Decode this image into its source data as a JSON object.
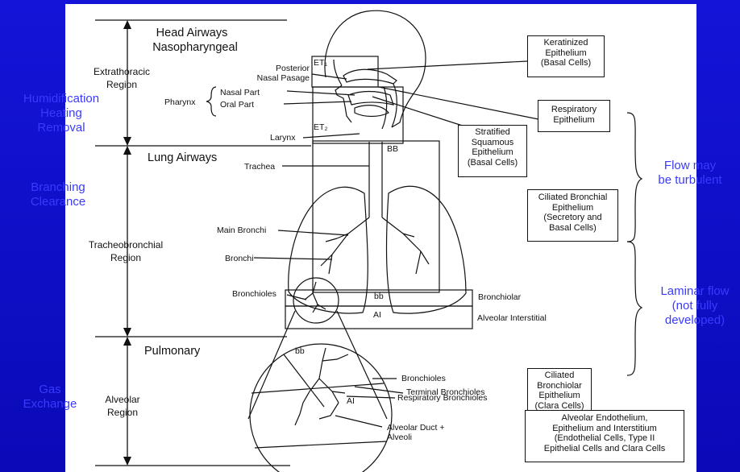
{
  "labels": {
    "head_airways": "Head Airways",
    "nasopharyngeal": "Nasopharyngeal",
    "extrathoracic_region": "Extrathoracic\nRegion",
    "posterior_nasal": "Posterior\nNasal Pasage",
    "pharynx": "Pharynx",
    "nasal_part": "Nasal Part",
    "oral_part": "Oral Part",
    "larynx": "Larynx",
    "et1": "ET₁",
    "et2": "ET₂",
    "bb_upper": "BB",
    "lung_airways": "Lung Airways",
    "trachea": "Trachea",
    "tracheobronchial_region": "Tracheobronchial\nRegion",
    "main_bronchi": "Main Bronchi",
    "bronchi": "Bronchi",
    "bronchioles": "Bronchioles",
    "bb_lower": "bb",
    "ai": "AI",
    "bronchiolar": "Bronchiolar",
    "alveolar_interstitial": "Alveolar Interstitial",
    "pulmonary": "Pulmonary",
    "alveolar_region": "Alveolar\nRegion",
    "circle_bb": "bb",
    "circle_ai": "AI",
    "c_bronchioles": "Bronchioles",
    "terminal_bronchioles": "Terminal Bronchioles",
    "respiratory_bronchioles": "Respiratory Bronchioles",
    "alveolar_duct": "Alveolar Duct +\nAlveoli"
  },
  "boxes": {
    "keratinized": "Keratinized\nEpithelium\n(Basal Cells)",
    "respiratory": "Respiratory\nEpithelium",
    "stratified": "Stratified\nSquamous\nEpithelium\n(Basal Cells)",
    "ciliated_bronchial": "Ciliated Bronchial\nEpithelium\n(Secretory and\nBasal Cells)",
    "ciliated_bronchiolar": "Ciliated\nBronchiolar\nEpithelium\n(Clara Cells)",
    "alveolar_endothelium": "Alveolar Endothelium,\nEpithelium and Interstitium\n(Endothelial Cells, Type II\nEpithelial Cells and Clara Cells"
  },
  "annotations": {
    "humidification": "Humidification\nHeating\nRemoval",
    "branching": "Branching\nClearance",
    "gas_exchange": "Gas\nExchange",
    "flow_turbulent": "Flow may\nbe turbulent",
    "laminar_flow": "Laminar flow\n(not fully\ndeveloped)"
  },
  "colors": {
    "background": "#1010c8",
    "panel": "#ffffff",
    "annotation": "#3a3aff",
    "ink": "#111111"
  }
}
